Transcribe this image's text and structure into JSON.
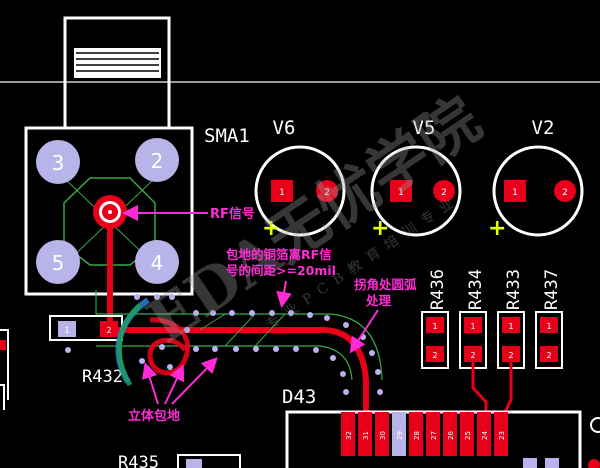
{
  "components": {
    "connector": {
      "designator": "SMA1",
      "pins": [
        "3",
        "2",
        "5",
        "4"
      ]
    },
    "vias": [
      {
        "designator": "V6",
        "pads": [
          "1",
          "2"
        ]
      },
      {
        "designator": "V5",
        "pads": [
          "1",
          "2"
        ]
      },
      {
        "designator": "V2",
        "pads": [
          "1",
          "2"
        ]
      }
    ],
    "plus_marks": [
      "+",
      "+",
      "+"
    ],
    "resistors_vertical": [
      {
        "designator": "R436",
        "pads": [
          "1",
          "2"
        ]
      },
      {
        "designator": "R434",
        "pads": [
          "1",
          "2"
        ]
      },
      {
        "designator": "R433",
        "pads": [
          "1",
          "2"
        ]
      },
      {
        "designator": "R437",
        "pads": [
          "1",
          "2"
        ]
      }
    ],
    "r432": {
      "designator": "R432",
      "pads": [
        "1",
        "2"
      ]
    },
    "r435": {
      "designator": "R435"
    },
    "ic": {
      "designator": "D43",
      "pins": [
        "32",
        "31",
        "30",
        "29",
        "28",
        "27",
        "26",
        "25",
        "24",
        "23"
      ]
    }
  },
  "annotations": {
    "rf_signal": "RF信号",
    "copper_spacing_line1": "包地的铜箔离RF信",
    "copper_spacing_line2": "号的间距>=20mil",
    "corner_arc_line1": "拐角处圆弧",
    "corner_arc_line2": "处理",
    "stereo_ground": "立体包地"
  },
  "watermark": {
    "title": "EDA无忧学院",
    "subtitle": "专业PCB教育培训专业"
  },
  "colors": {
    "background": "#000000",
    "silkscreen": "#ffffff",
    "pad_red": "#e8001a",
    "trace_red": "#e8001a",
    "annotation_magenta": "#ff2bd6",
    "keepout_green": "#39a84a",
    "plus_yellow": "#e6ff00",
    "stitch_via": "#b9b2ee",
    "connector_pin": "#b8b3e8"
  }
}
